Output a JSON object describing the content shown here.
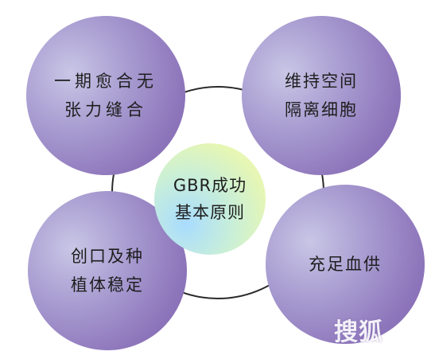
{
  "diagram": {
    "center": {
      "line1": "GBR成功",
      "line2": "基本原则"
    },
    "nodes": [
      {
        "line1": "一期愈合无",
        "line2": "张力缝合"
      },
      {
        "line1": "维持空间",
        "line2": "隔离细胞"
      },
      {
        "line1": "创口及种",
        "line2": "植体稳定"
      },
      {
        "line1": "充足血供",
        "line2": ""
      }
    ]
  },
  "watermark": {
    "text": "搜狐"
  },
  "colors": {
    "outer_circle": "#9a86c4",
    "center_circle": "#d8f2c4",
    "ring_stroke": "#2a2a2a",
    "text": "#1e1e1e"
  }
}
